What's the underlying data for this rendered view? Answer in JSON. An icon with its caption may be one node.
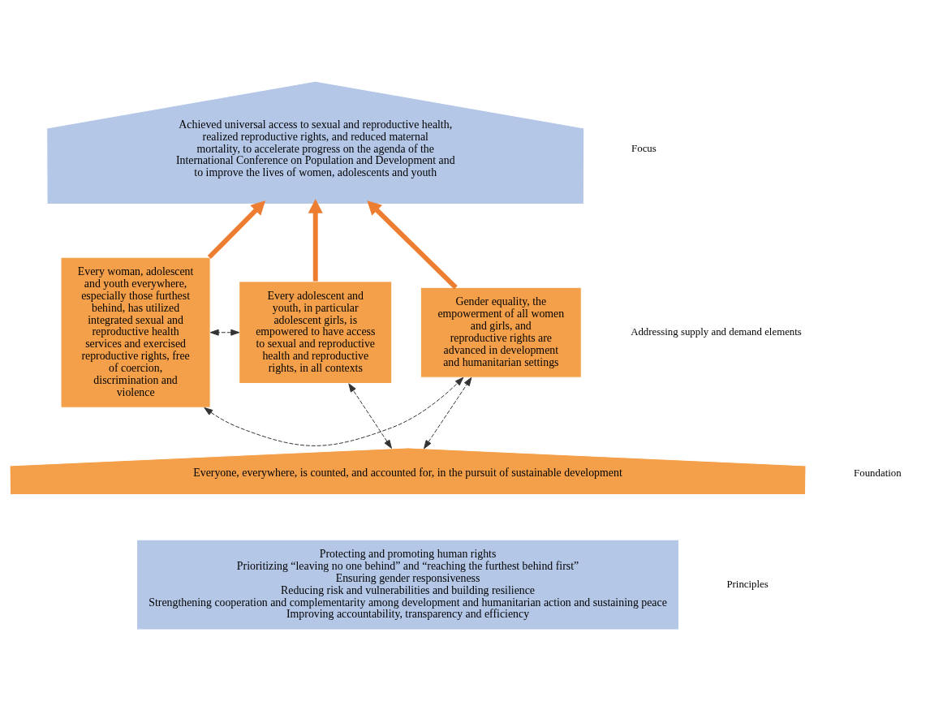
{
  "diagram": {
    "nodes": [
      {
        "text": [
          "Achieved universal access to sexual and reproductive health, realized reproductive rights, and reduced maternal mortality, to accelerate progress on the agenda of the International Conference on Population and Development and to improve the lives of women, adolescents and youth"
        ]
      },
      {
        "text": [
          "Every adolescent and youth, in particular adolescent girls, is empowered to have access to sexual and reproductive health and reproductive rights, in all contexts"
        ]
      },
      {
        "text": [
          "Every woman, adolescent and youth everywhere, especially those furthest behind, has utilized integrated sexual and reproductive health services and exercised reproductive rights, free of coercion, discrimination and violence"
        ]
      },
      {
        "text": [
          "Gender equality, the empowerment of all women and girls, and reproductive rights are advanced in development and humanitarian settings"
        ]
      },
      {
        "text": [
          "Everyone, everywhere, is counted, and accounted for, in the pursuit of sustainable development"
        ]
      },
      {
        "text": [
          "Protecting and promoting human rights",
          "Prioritizing “leaving no one behind” and “reaching the furthest behind first”",
          "Ensuring gender responsiveness",
          "Reducing risk and vulnerabilities and building resilience",
          "Strengthening cooperation and complementarity among development and humanitarian action and sustaining peace",
          "Improving accountability, transparency and efficiency"
        ]
      }
    ],
    "edges": [
      {
        "from": 1,
        "to": 0,
        "arrow": "to",
        "style": "thick",
        "color": "#ed7d31"
      },
      {
        "from": 2,
        "to": 0,
        "arrow": "to",
        "style": "thick",
        "color": "#ed7d31"
      },
      {
        "from": 3,
        "to": 0,
        "arrow": "to",
        "style": "thick",
        "color": "#ed7d31"
      },
      {
        "from": 1,
        "to": 2,
        "arrow": "both",
        "style": "dashed"
      },
      {
        "from": 2,
        "to": 3,
        "arrow": "both",
        "style": "dashed"
      },
      {
        "from": 4,
        "to": 1,
        "arrow": "both",
        "style": "dashed"
      },
      {
        "from": 4,
        "to": 3,
        "arrow": "both",
        "style": "dashed"
      }
    ],
    "labels": [
      "Focus",
      "Addressing supply and demand elements",
      "Foundation",
      "Principles"
    ]
  }
}
